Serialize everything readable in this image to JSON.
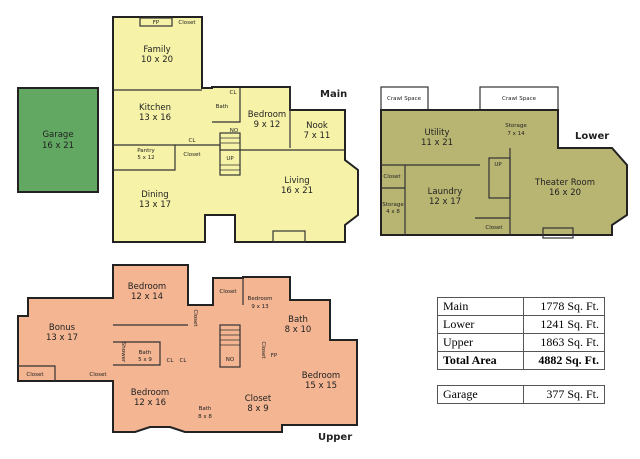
{
  "floors": {
    "main": {
      "label": "Main",
      "color": "#f6f3a8",
      "rooms": [
        {
          "name": "Family",
          "size": "10 x 20"
        },
        {
          "name": "Kitchen",
          "size": "13 x 16"
        },
        {
          "name": "Bath",
          "size": ""
        },
        {
          "name": "Bedroom",
          "size": "9 x 12"
        },
        {
          "name": "Nook",
          "size": "7 x 11"
        },
        {
          "name": "Pantry",
          "size": "5 x 12"
        },
        {
          "name": "Dining",
          "size": "13 x 17"
        },
        {
          "name": "Living",
          "size": "16 x 21"
        }
      ],
      "tags": {
        "fp": "FP",
        "closet": "Closet",
        "cl": "CL",
        "closet2": "Closet",
        "cl2": "CL",
        "no": "NO",
        "up": "UP"
      }
    },
    "garage": {
      "name": "Garage",
      "size": "16 x 21",
      "color": "#62a862"
    },
    "lower": {
      "label": "Lower",
      "color": "#b8b572",
      "rooms": [
        {
          "name": "Utility",
          "size": "11 x 21"
        },
        {
          "name": "Storage",
          "size": "7 x 14"
        },
        {
          "name": "Laundry",
          "size": "12 x 17"
        },
        {
          "name": "Theater Room",
          "size": "16 x 20"
        },
        {
          "name": "Storage",
          "size": "4 x 8"
        }
      ],
      "tags": {
        "crawl1": "Crawl Space",
        "crawl2": "Crawl Space",
        "closet1": "Closet",
        "closet2": "Closet",
        "up": "UP"
      }
    },
    "upper": {
      "label": "Upper",
      "color": "#f3b592",
      "rooms": [
        {
          "name": "Bedroom",
          "size": "12 x 14"
        },
        {
          "name": "Bonus",
          "size": "13 x 17"
        },
        {
          "name": "Bedroom",
          "size": "9 x 13"
        },
        {
          "name": "Bath",
          "size": "8 x 10"
        },
        {
          "name": "Bath",
          "size": "5 x 9"
        },
        {
          "name": "Bedroom",
          "size": "12 x 16"
        },
        {
          "name": "Bath",
          "size": "8 x 8"
        },
        {
          "name": "Closet",
          "size": "8 x 9"
        },
        {
          "name": "Bedroom",
          "size": "15 x 15"
        }
      ],
      "tags": {
        "closet1": "Closet",
        "closet2": "Closet",
        "closet3": "Closet",
        "closet4": "Closet",
        "closet5": "Closet",
        "shower": "Shower",
        "cl1": "CL",
        "cl2": "CL",
        "no": "NO",
        "fp": "FP"
      }
    }
  },
  "area_table": {
    "rows": [
      {
        "label": "Main",
        "value": "1778 Sq. Ft."
      },
      {
        "label": "Lower",
        "value": "1241 Sq. Ft."
      },
      {
        "label": "Upper",
        "value": "1863 Sq. Ft."
      },
      {
        "label": "Total Area",
        "value": "4882 Sq. Ft."
      }
    ],
    "garage": {
      "label": "Garage",
      "value": "377 Sq. Ft."
    }
  }
}
